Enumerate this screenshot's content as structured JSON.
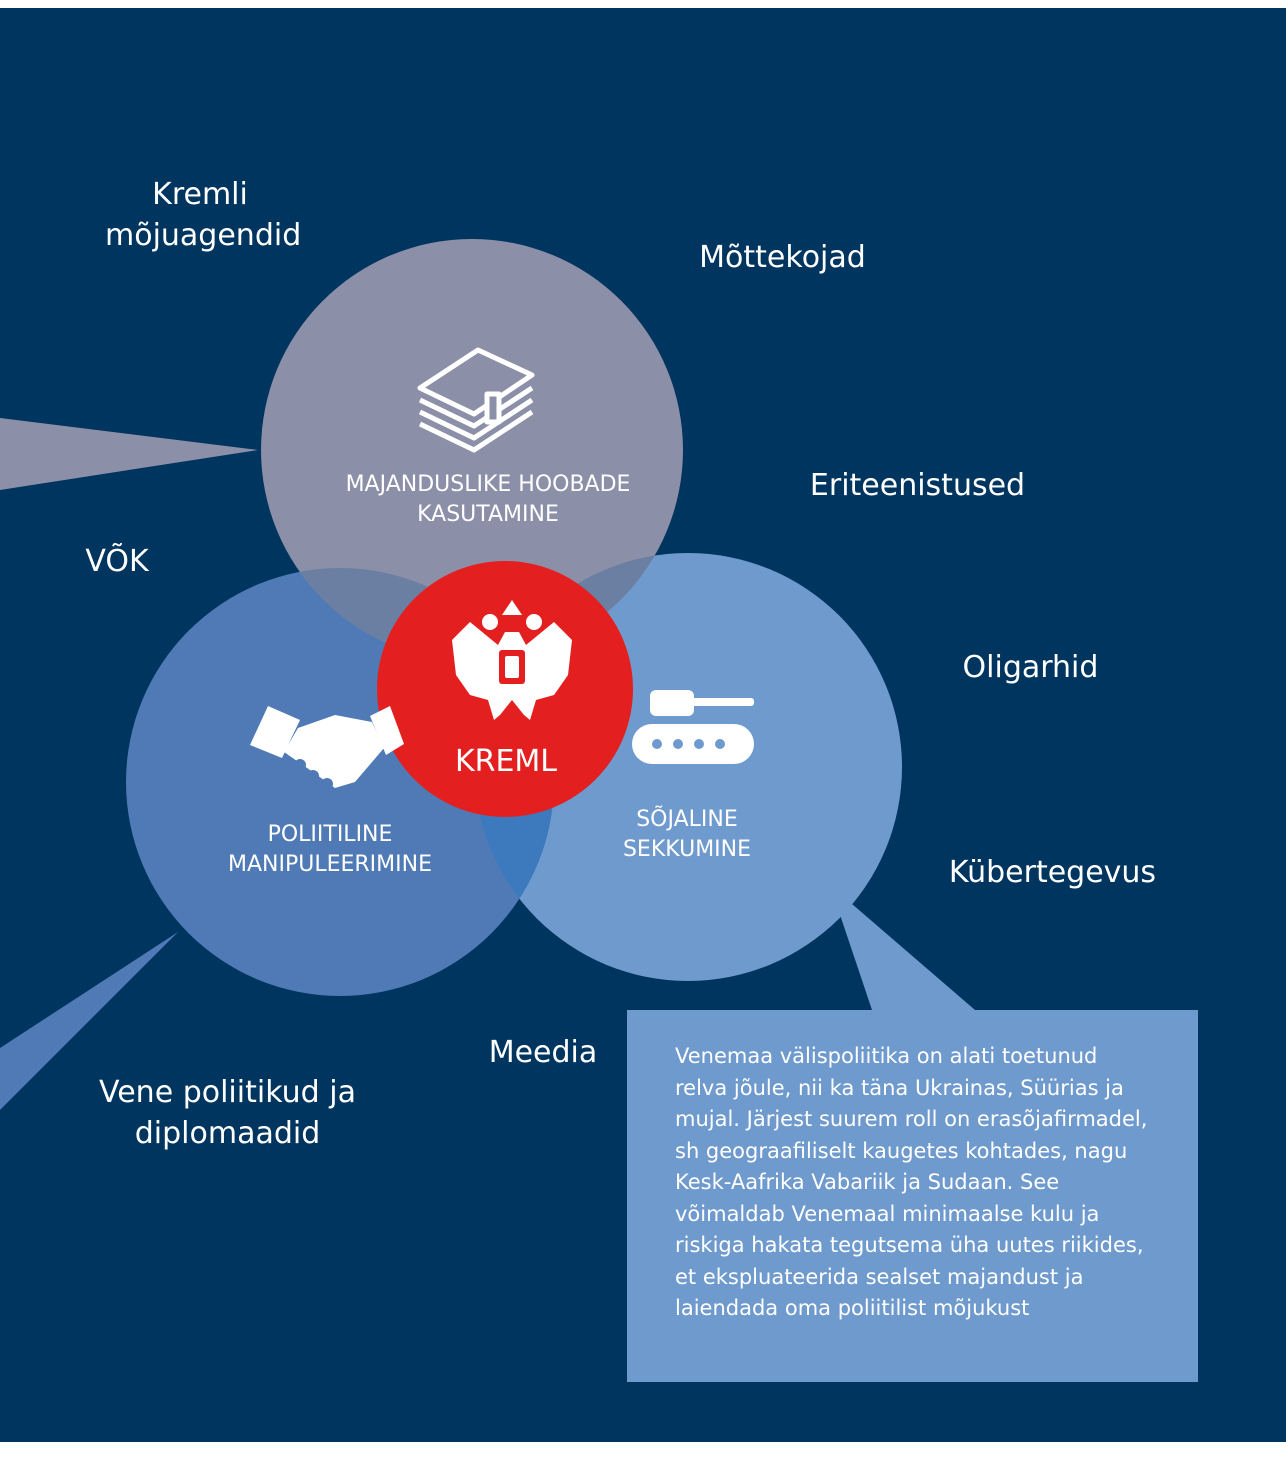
{
  "colors": {
    "background": "#00355f",
    "economic_circle": "#8c8fa8",
    "political_circle": "#4f7ab6",
    "military_circle": "#6f9acd",
    "kremlin_circle": "#e3201f",
    "callout": "#6f9acd"
  },
  "labels": {
    "kremli_agents": "Kremli\nmõjuagendid",
    "think_tanks": "Mõttekojad",
    "special_services": "Eriteenistused",
    "ngo": "VÕK",
    "oligarchs": "Oligarhid",
    "cyber": "Kübertegevus",
    "media": "Meedia",
    "politicians": "Vene poliitikud ja\ndiplomaadid"
  },
  "circles": {
    "economic": {
      "title": "MAJANDUSLIKE HOOBADE\nKASUTAMINE",
      "icon": "money-stack-icon"
    },
    "political": {
      "title": "POLIITILINE\nMANIPULEERIMINE",
      "icon": "handshake-icon"
    },
    "military": {
      "title": "SÕJALINE\nSEKKUMINE",
      "icon": "tank-icon"
    },
    "kremlin": {
      "title": "KREML",
      "icon": "double-headed-eagle-icon"
    }
  },
  "callout": {
    "text": "Venemaa välispoliitika on alati toetunud relva jõule, nii ka täna Ukrainas, Süürias ja mujal. Järjest suurem roll on erasõjafirmadel, sh geograafiliselt kaugetes kohtades, nagu Kesk-Aafrika Vabariik ja Sudaan. See võimaldab Venemaal minimaalse kulu ja riskiga hakata tegutsema üha uutes riikides, et ekspluateerida sealset majandust ja laiendada oma poliitilist mõjukust"
  }
}
